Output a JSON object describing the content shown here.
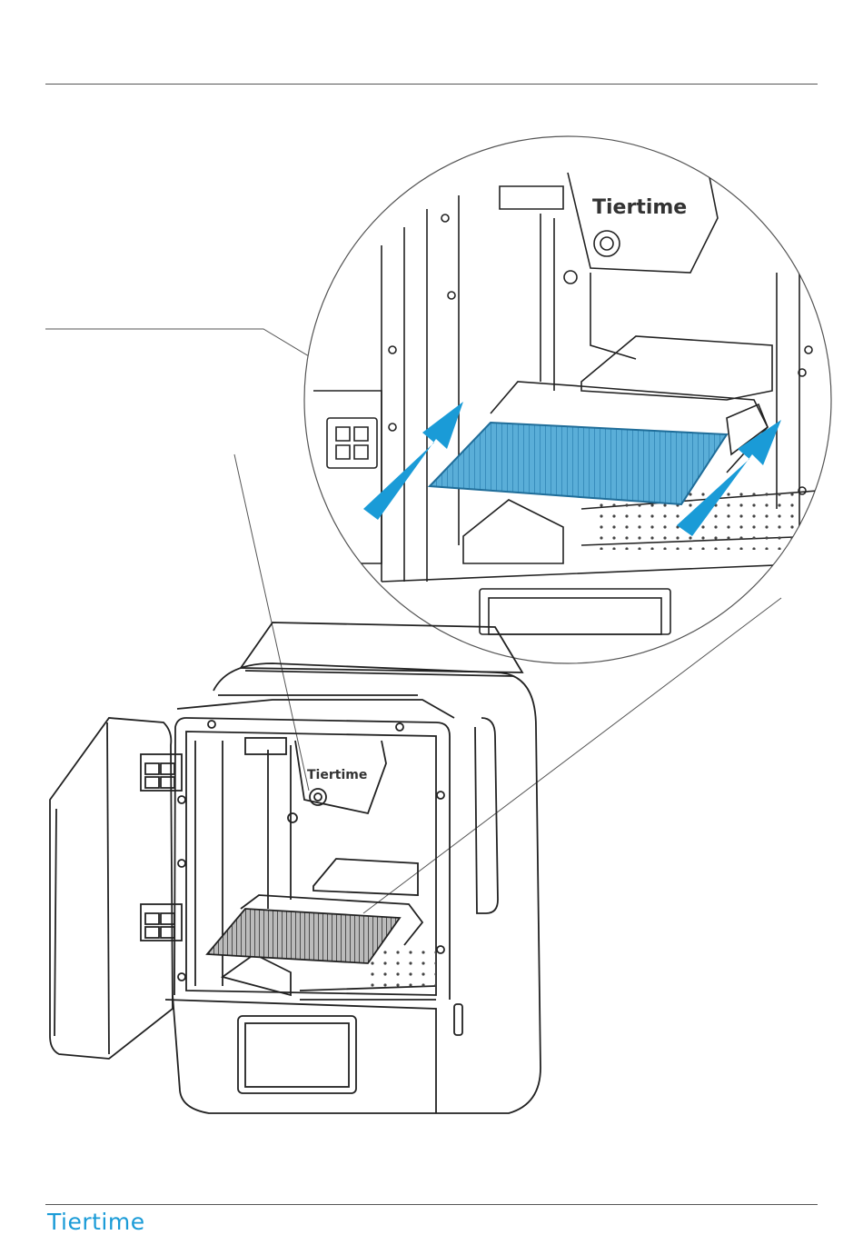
{
  "brand": {
    "name": "Tiertime",
    "footer_logo_text": "Tiertime",
    "printer_head_label": "Tiertime",
    "inset_head_label": "Tiertime",
    "accent_color": "#1a9bd7",
    "plate_color": "#5aaed8"
  },
  "figure": {
    "arrows": [
      "arrow-left",
      "arrow-right"
    ]
  }
}
